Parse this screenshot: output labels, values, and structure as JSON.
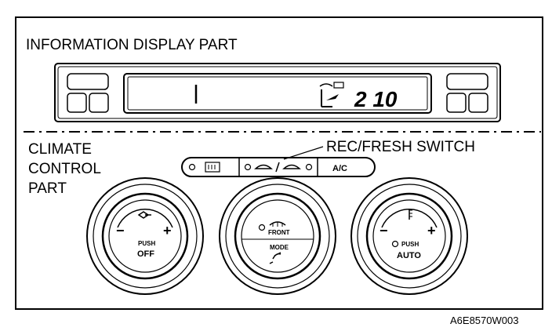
{
  "labels": {
    "information_display_part": "INFORMATION DISPLAY PART",
    "climate": "CLIMATE",
    "control": "CONTROL",
    "part": "PART",
    "rec_fresh_switch": "REC/FRESH SWITCH",
    "figure_code": "A6E8570W003"
  },
  "display": {
    "digits": "2 10"
  },
  "buttons": {
    "ac": "A/C"
  },
  "knobs": {
    "fan": {
      "push_label": "PUSH",
      "action_label": "OFF",
      "minus": "−",
      "plus": "+"
    },
    "mode": {
      "front_label": "FRONT",
      "mode_label": "MODE"
    },
    "temp": {
      "push_label": "PUSH",
      "action_label": "AUTO",
      "minus": "−",
      "plus": "+"
    }
  }
}
